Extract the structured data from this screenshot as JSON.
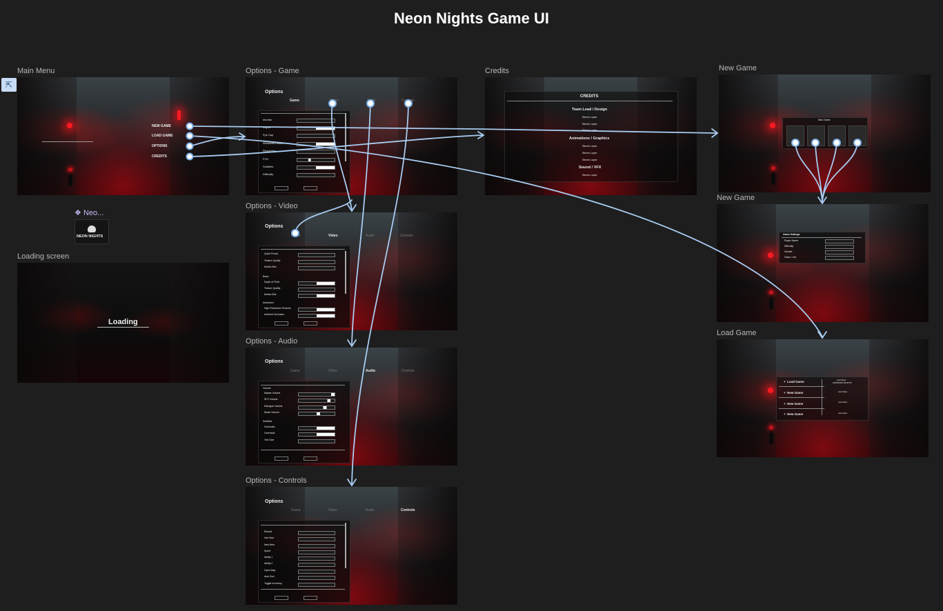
{
  "page_title": "Neon Nights Game UI",
  "colors": {
    "background": "#1e1e1e",
    "flow_line": "#a9cdf3",
    "neon_red": "#ff1a22"
  },
  "component": {
    "icon": "component-diamond-icon",
    "label": "Neo...",
    "logo_text": "NEON NIGHTS"
  },
  "edit_badge": {
    "icon": "edit-cursor-icon"
  },
  "frames": {
    "main_menu": {
      "label": "Main Menu",
      "items": [
        "NEW GAME",
        "LOAD GAME",
        "OPTIONS",
        "CREDITS"
      ]
    },
    "loading": {
      "label": "Loading screen",
      "text": "Loading"
    },
    "options_game": {
      "label": "Options - Game",
      "heading": "Options",
      "tabs": [
        "Game",
        "Video",
        "Audio",
        "Controls"
      ],
      "rows": [
        "Monitor",
        "Vsync",
        "Fps Cap",
        "Windowed Mode",
        "Resolution",
        "FOV",
        "Subtitles",
        "Difficulty"
      ]
    },
    "options_video": {
      "label": "Options - Video",
      "heading": "Options",
      "tabs": [
        "Game",
        "Video",
        "Audio",
        "Controls"
      ],
      "rows": [
        "Quick Preset",
        "Texture Quality",
        "Motion Blur",
        "Basic",
        "Depth of Field",
        "Texture Quality",
        "Motion Blur",
        "Advanced",
        "High Resolution Textures",
        "Ambient Occlusion"
      ]
    },
    "options_audio": {
      "label": "Options - Audio",
      "heading": "Options",
      "tabs": [
        "Game",
        "Video",
        "Audio",
        "Controls"
      ],
      "rows": [
        "Volume",
        "Master Volume",
        "SFX Volume",
        "Dialogue Volume",
        "Music Volume",
        "Subtitles",
        "Cinematic",
        "Overhead",
        "Text Size"
      ]
    },
    "options_controls": {
      "label": "Options - Controls",
      "heading": "Options",
      "tabs": [
        "Game",
        "Video",
        "Audio",
        "Controls"
      ],
      "rows": [
        "Reload",
        "Use Item",
        "Next Item",
        "Sprint",
        "Ability 1",
        "Ability 2",
        "Open Map",
        "Auto Sort",
        "Toggle Inventory"
      ]
    },
    "credits": {
      "label": "Credits",
      "heading": "CREDITS",
      "sections": [
        "Team Lead / Design",
        "Animations / Graphics",
        "Sound / VFX"
      ],
      "name": "Steven Lopez"
    },
    "new_game_1": {
      "label": "New Game",
      "heading": "New Game"
    },
    "new_game_2": {
      "label": "New Game",
      "heading": "Game Settings",
      "rows": [
        "Player Name",
        "Difficulty",
        "Gender",
        "Class / Job"
      ]
    },
    "load_game": {
      "label": "Load Game",
      "items": [
        "Load Game",
        "New Game",
        "New Game",
        "New Game"
      ],
      "slot_title": "Last Save",
      "slot_date": "19/05/2023 09:00:55",
      "slot_caption": "Last Save"
    }
  }
}
